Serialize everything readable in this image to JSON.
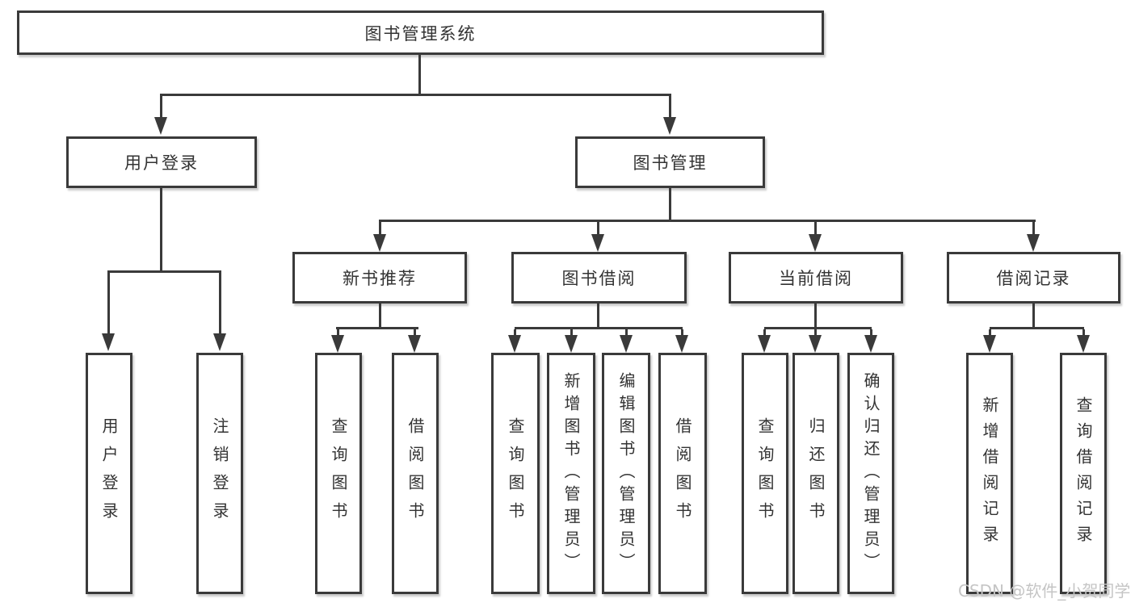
{
  "diagram": {
    "root": {
      "label": "图书管理系统"
    },
    "branches": [
      {
        "label": "用户登录",
        "children": [
          {
            "label": "用户登录"
          },
          {
            "label": "注销登录"
          }
        ]
      },
      {
        "label": "图书管理",
        "children": [
          {
            "label": "新书推荐",
            "children": [
              {
                "label": "查询图书"
              },
              {
                "label": "借阅图书"
              }
            ]
          },
          {
            "label": "图书借阅",
            "children": [
              {
                "label": "查询图书"
              },
              {
                "label": "新增图书（管理员）"
              },
              {
                "label": "编辑图书（管理员）"
              },
              {
                "label": "借阅图书"
              }
            ]
          },
          {
            "label": "当前借阅",
            "children": [
              {
                "label": "查询图书"
              },
              {
                "label": "归还图书"
              },
              {
                "label": "确认归还（管理员）"
              }
            ]
          },
          {
            "label": "借阅记录",
            "children": [
              {
                "label": "新增借阅记录"
              },
              {
                "label": "查询借阅记录"
              }
            ]
          }
        ]
      }
    ],
    "watermark": "CSDN @软件_小贺同学",
    "colors": {
      "line": "#3a3a3a",
      "box_border": "#3a3a3a",
      "box_fill": "#ffffff",
      "text": "#333333",
      "watermark": "#c5c5c5",
      "background": "#ffffff"
    }
  }
}
